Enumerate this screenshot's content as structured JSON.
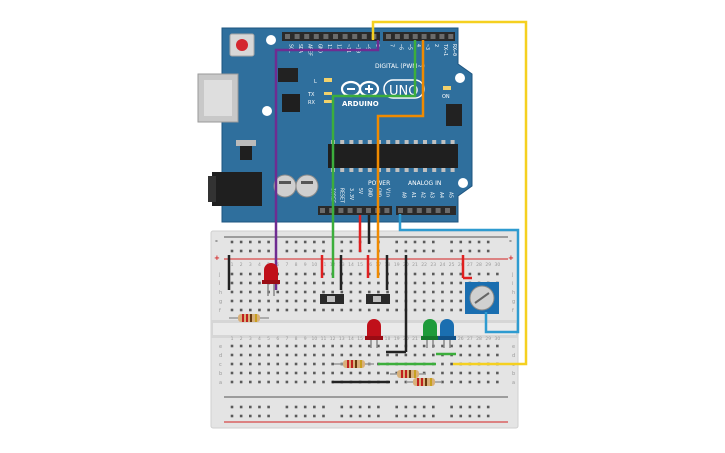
{
  "arduino": {
    "digital_header": "DIGITAL (PWM~)",
    "brand": "ARDUINO",
    "model": "UNO",
    "power_header": "POWER",
    "analog_header": "ANALOG IN",
    "tx_label": "TX",
    "rx_label": "RX",
    "l_label": "L",
    "on_label": "ON",
    "top_pins": [
      "SCL",
      "SDA",
      "AREF",
      "GND",
      "13",
      "12",
      "~11",
      "~10",
      "~9",
      "8",
      "7",
      "~6",
      "~5",
      "4",
      "~3",
      "2",
      "TX→1",
      "RX←0"
    ],
    "power_pins": [
      "IOREF",
      "RESET",
      "3.3V",
      "5V",
      "GND",
      "GND",
      "Vin"
    ],
    "analog_pins": [
      "A0",
      "A1",
      "A2",
      "A3",
      "A4",
      "A5"
    ]
  },
  "breadboard": {
    "rail_plus": "+",
    "rail_minus": "-",
    "upper_letters": [
      "j",
      "i",
      "h",
      "g",
      "f"
    ],
    "lower_letters": [
      "e",
      "d",
      "c",
      "b",
      "a"
    ],
    "columns": [
      "1",
      "2",
      "3",
      "4",
      "5",
      "6",
      "7",
      "8",
      "9",
      "10",
      "11",
      "12",
      "13",
      "14",
      "15",
      "16",
      "17",
      "18",
      "19",
      "20",
      "21",
      "22",
      "23",
      "24",
      "25",
      "26",
      "27",
      "28",
      "29",
      "30"
    ]
  },
  "colors": {
    "board": "#2f6f9d",
    "board_edge": "#1e5580",
    "wire_purple": "#6f2c91",
    "wire_green": "#3cae3c",
    "wire_orange": "#f08a00",
    "wire_yellow": "#f5d020",
    "wire_blue": "#2e9bd0",
    "wire_red": "#e02020",
    "wire_black": "#222222",
    "led_red": "#c0101a",
    "led_green": "#1e9b3a",
    "led_blue": "#1a6eb0"
  }
}
